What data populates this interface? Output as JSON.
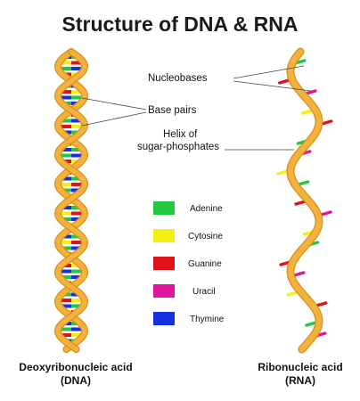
{
  "title": "Structure of DNA & RNA",
  "annotations": {
    "nucleobases": "Nucleobases",
    "base_pairs": "Base pairs",
    "helix_line1": "Helix of",
    "helix_line2": "sugar-phosphates"
  },
  "legend": [
    {
      "name": "Adenine",
      "color": "#22c940"
    },
    {
      "name": "Cytosine",
      "color": "#f4ee12"
    },
    {
      "name": "Guanine",
      "color": "#e0131a"
    },
    {
      "name": "Uracil",
      "color": "#e0169e"
    },
    {
      "name": "Thymine",
      "color": "#1530e0"
    }
  ],
  "dna": {
    "line1": "Deoxyribonucleic acid",
    "line2": "(DNA)"
  },
  "rna": {
    "line1": "Ribonucleic acid",
    "line2": "(RNA)"
  },
  "colors": {
    "backbone": "#f2b23c",
    "backbone_dark": "#d98f1c",
    "text": "#111111"
  }
}
